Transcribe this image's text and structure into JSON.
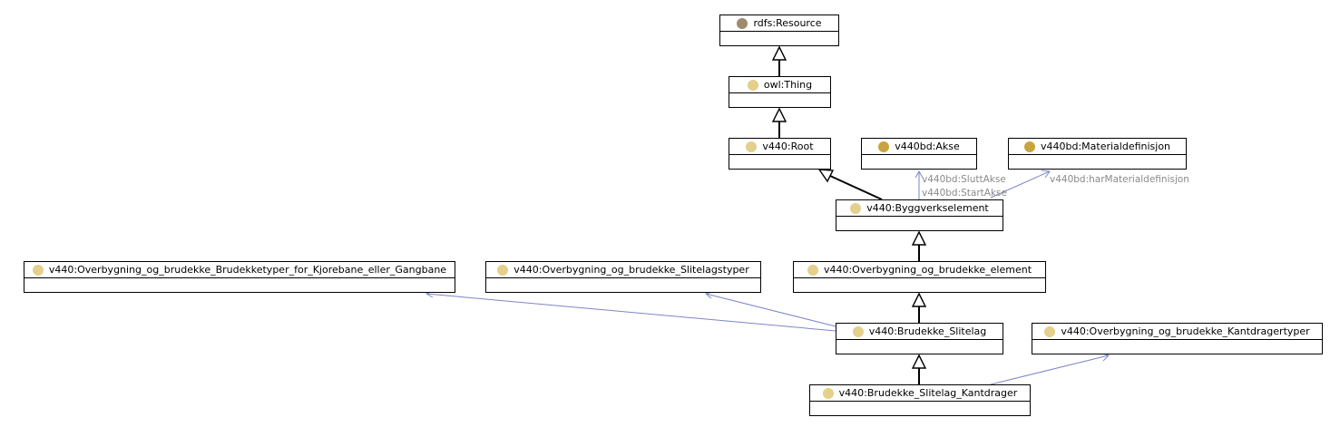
{
  "colors": {
    "resource_dot": "#a08a6e",
    "class_dot": "#e4cf8c",
    "external_dot": "#c9a43c",
    "inherit_line": "#000000",
    "property_line": "#7b86c8",
    "edge_label": "#8a8a8a"
  },
  "nodes": {
    "resource": {
      "label": "rdfs:Resource",
      "dot": "resource_dot"
    },
    "thing": {
      "label": "owl:Thing",
      "dot": "class_dot"
    },
    "root": {
      "label": "v440:Root",
      "dot": "class_dot"
    },
    "akse": {
      "label": "v440bd:Akse",
      "dot": "external_dot"
    },
    "materialdef": {
      "label": "v440bd:Materialdefinisjon",
      "dot": "external_dot"
    },
    "byggverk": {
      "label": "v440:Byggverkselement",
      "dot": "class_dot"
    },
    "brudekketyper": {
      "label": "v440:Overbygning_og_brudekke_Brudekketyper_for_Kjorebane_eller_Gangbane",
      "dot": "class_dot"
    },
    "slitelagstyper": {
      "label": "v440:Overbygning_og_brudekke_Slitelagstyper",
      "dot": "class_dot"
    },
    "element": {
      "label": "v440:Overbygning_og_brudekke_element",
      "dot": "class_dot"
    },
    "slitelag": {
      "label": "v440:Brudekke_Slitelag",
      "dot": "class_dot"
    },
    "kantdragertyper": {
      "label": "v440:Overbygning_og_brudekke_Kantdragertyper",
      "dot": "class_dot"
    },
    "kantdrager": {
      "label": "v440:Brudekke_Slitelag_Kantdrager",
      "dot": "class_dot"
    }
  },
  "edge_labels": {
    "slutt_akse": "v440bd:SluttAkse",
    "start_akse": "v440bd:StartAkse",
    "har_material": "v440bd:harMaterialdefinisjon"
  }
}
